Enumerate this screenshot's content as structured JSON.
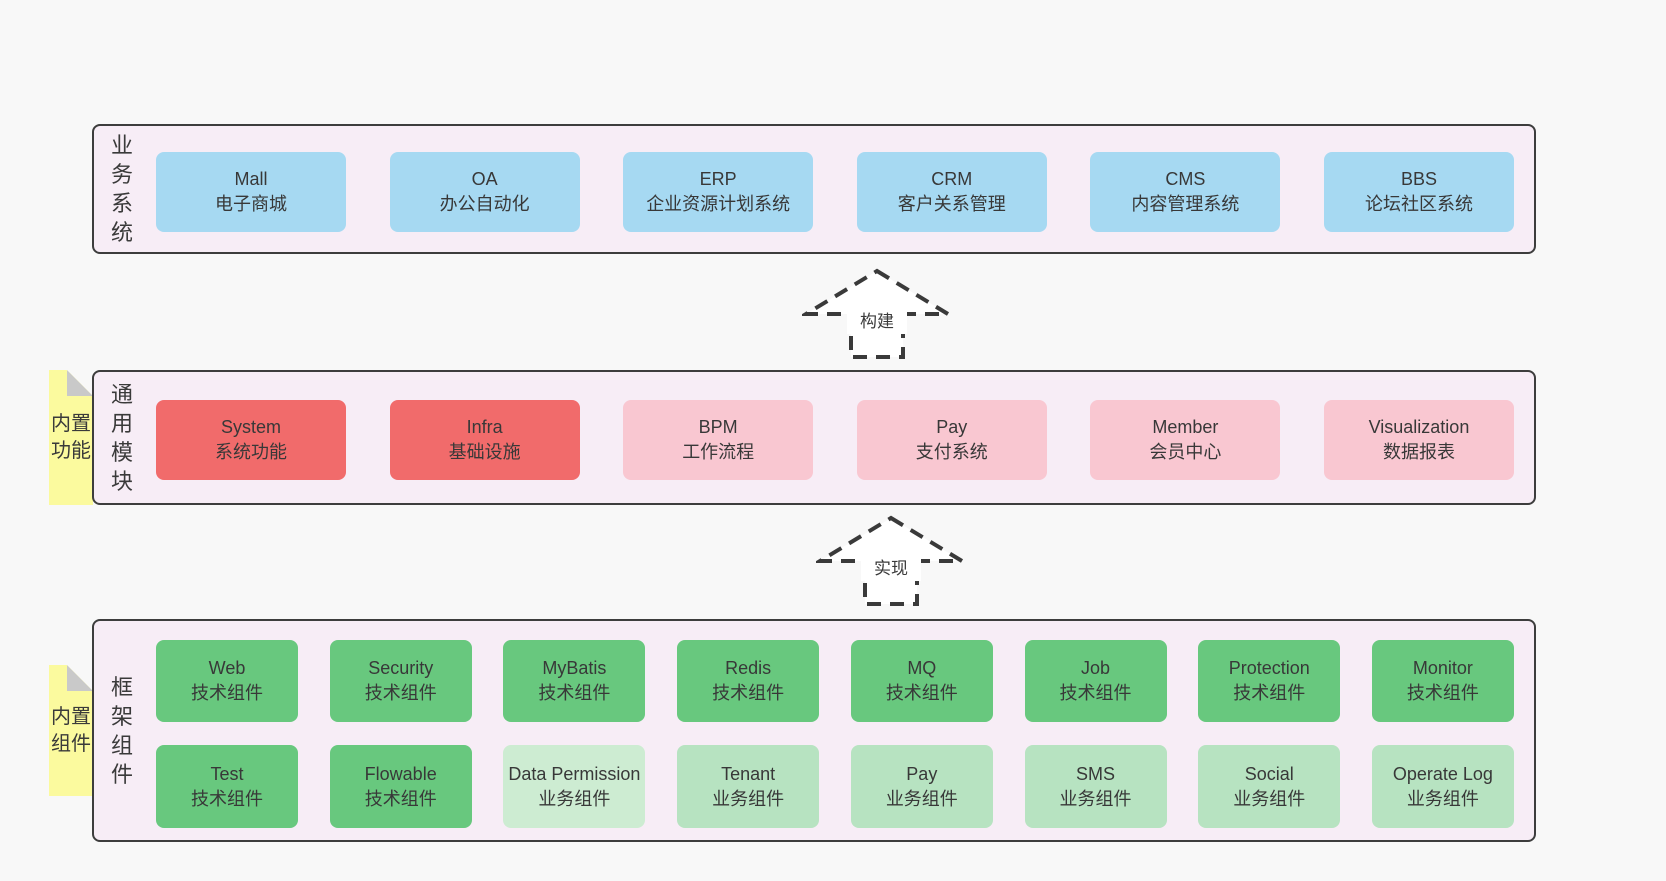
{
  "colors": {
    "page_bg": "#f8f8f8",
    "panel_bg": "#f7edf6",
    "panel_border": "#3d3d3d",
    "text": "#3a3a3a",
    "blue": "#a6d9f2",
    "red": "#f16b6b",
    "pink": "#f9c7d1",
    "green": "#68c87e",
    "light_green": "#b7e3c1",
    "lighter_green": "#cdecd2",
    "yellow": "#fbfa9e",
    "fold_gray": "#c9c9c9"
  },
  "arrows": [
    {
      "label": "构建"
    },
    {
      "label": "实现"
    }
  ],
  "layers": [
    {
      "label": "业务系统",
      "boxes": [
        {
          "name": "Mall",
          "desc": "电子商城"
        },
        {
          "name": "OA",
          "desc": "办公自动化"
        },
        {
          "name": "ERP",
          "desc": "企业资源计划系统"
        },
        {
          "name": "CRM",
          "desc": "客户关系管理"
        },
        {
          "name": "CMS",
          "desc": "内容管理系统"
        },
        {
          "name": "BBS",
          "desc": "论坛社区系统"
        }
      ]
    },
    {
      "label": "通用模块",
      "note": "内置功能",
      "boxes": [
        {
          "name": "System",
          "desc": "系统功能"
        },
        {
          "name": "Infra",
          "desc": "基础设施"
        },
        {
          "name": "BPM",
          "desc": "工作流程"
        },
        {
          "name": "Pay",
          "desc": "支付系统"
        },
        {
          "name": "Member",
          "desc": "会员中心"
        },
        {
          "name": "Visualization",
          "desc": "数据报表"
        }
      ]
    },
    {
      "label": "框架组件",
      "note": "内置组件",
      "rows": [
        [
          {
            "name": "Web",
            "desc": "技术组件"
          },
          {
            "name": "Security",
            "desc": "技术组件"
          },
          {
            "name": "MyBatis",
            "desc": "技术组件"
          },
          {
            "name": "Redis",
            "desc": "技术组件"
          },
          {
            "name": "MQ",
            "desc": "技术组件"
          },
          {
            "name": "Job",
            "desc": "技术组件"
          },
          {
            "name": "Protection",
            "desc": "技术组件"
          },
          {
            "name": "Monitor",
            "desc": "技术组件"
          }
        ],
        [
          {
            "name": "Test",
            "desc": "技术组件"
          },
          {
            "name": "Flowable",
            "desc": "技术组件"
          },
          {
            "name": "Data Permission",
            "desc": "业务组件"
          },
          {
            "name": "Tenant",
            "desc": "业务组件"
          },
          {
            "name": "Pay",
            "desc": "业务组件"
          },
          {
            "name": "SMS",
            "desc": "业务组件"
          },
          {
            "name": "Social",
            "desc": "业务组件"
          },
          {
            "name": "Operate Log",
            "desc": "业务组件"
          }
        ]
      ]
    }
  ]
}
